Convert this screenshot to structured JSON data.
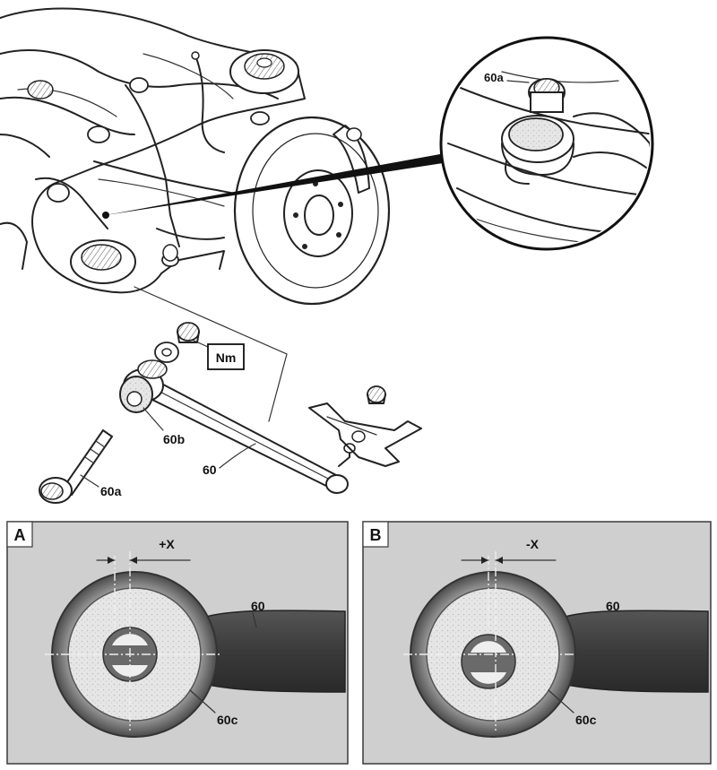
{
  "callouts": {
    "detail_bolt": "60a",
    "torque": "Nm",
    "bushing": "60b",
    "arm": "60",
    "bolt": "60a"
  },
  "panel_a": {
    "title": "A",
    "offset": "+X",
    "arm": "60",
    "bushing_center": "60c"
  },
  "panel_b": {
    "title": "B",
    "offset": "-X",
    "arm": "60",
    "bushing_center": "60c"
  }
}
